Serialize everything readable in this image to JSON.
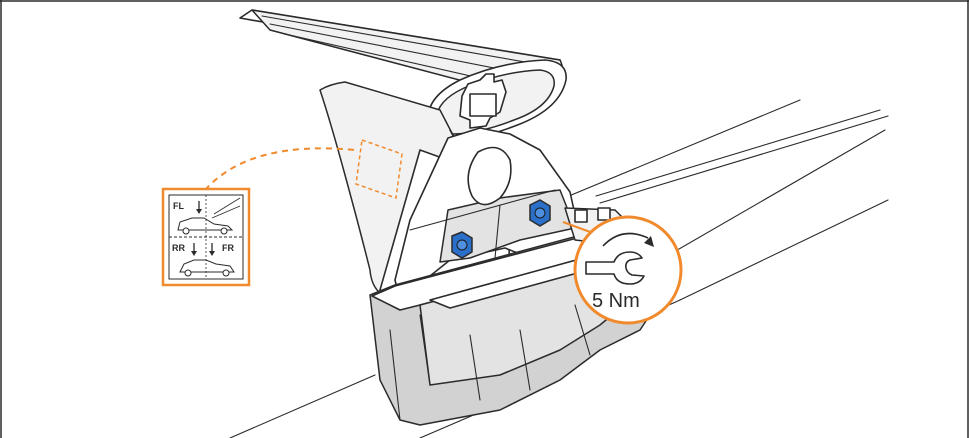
{
  "torque": {
    "value_label": "5 Nm"
  },
  "sticker": {
    "front_left": "FL",
    "rear_right": "RR",
    "front_right": "FR"
  },
  "colors": {
    "accent_orange": "#f08a2c",
    "nut_blue": "#2a6fc9",
    "outline": "#2b2b2b"
  },
  "icons": [
    "torque-wrench-icon",
    "rotation-arrow-icon",
    "car-icon",
    "arrow-down-icon"
  ]
}
